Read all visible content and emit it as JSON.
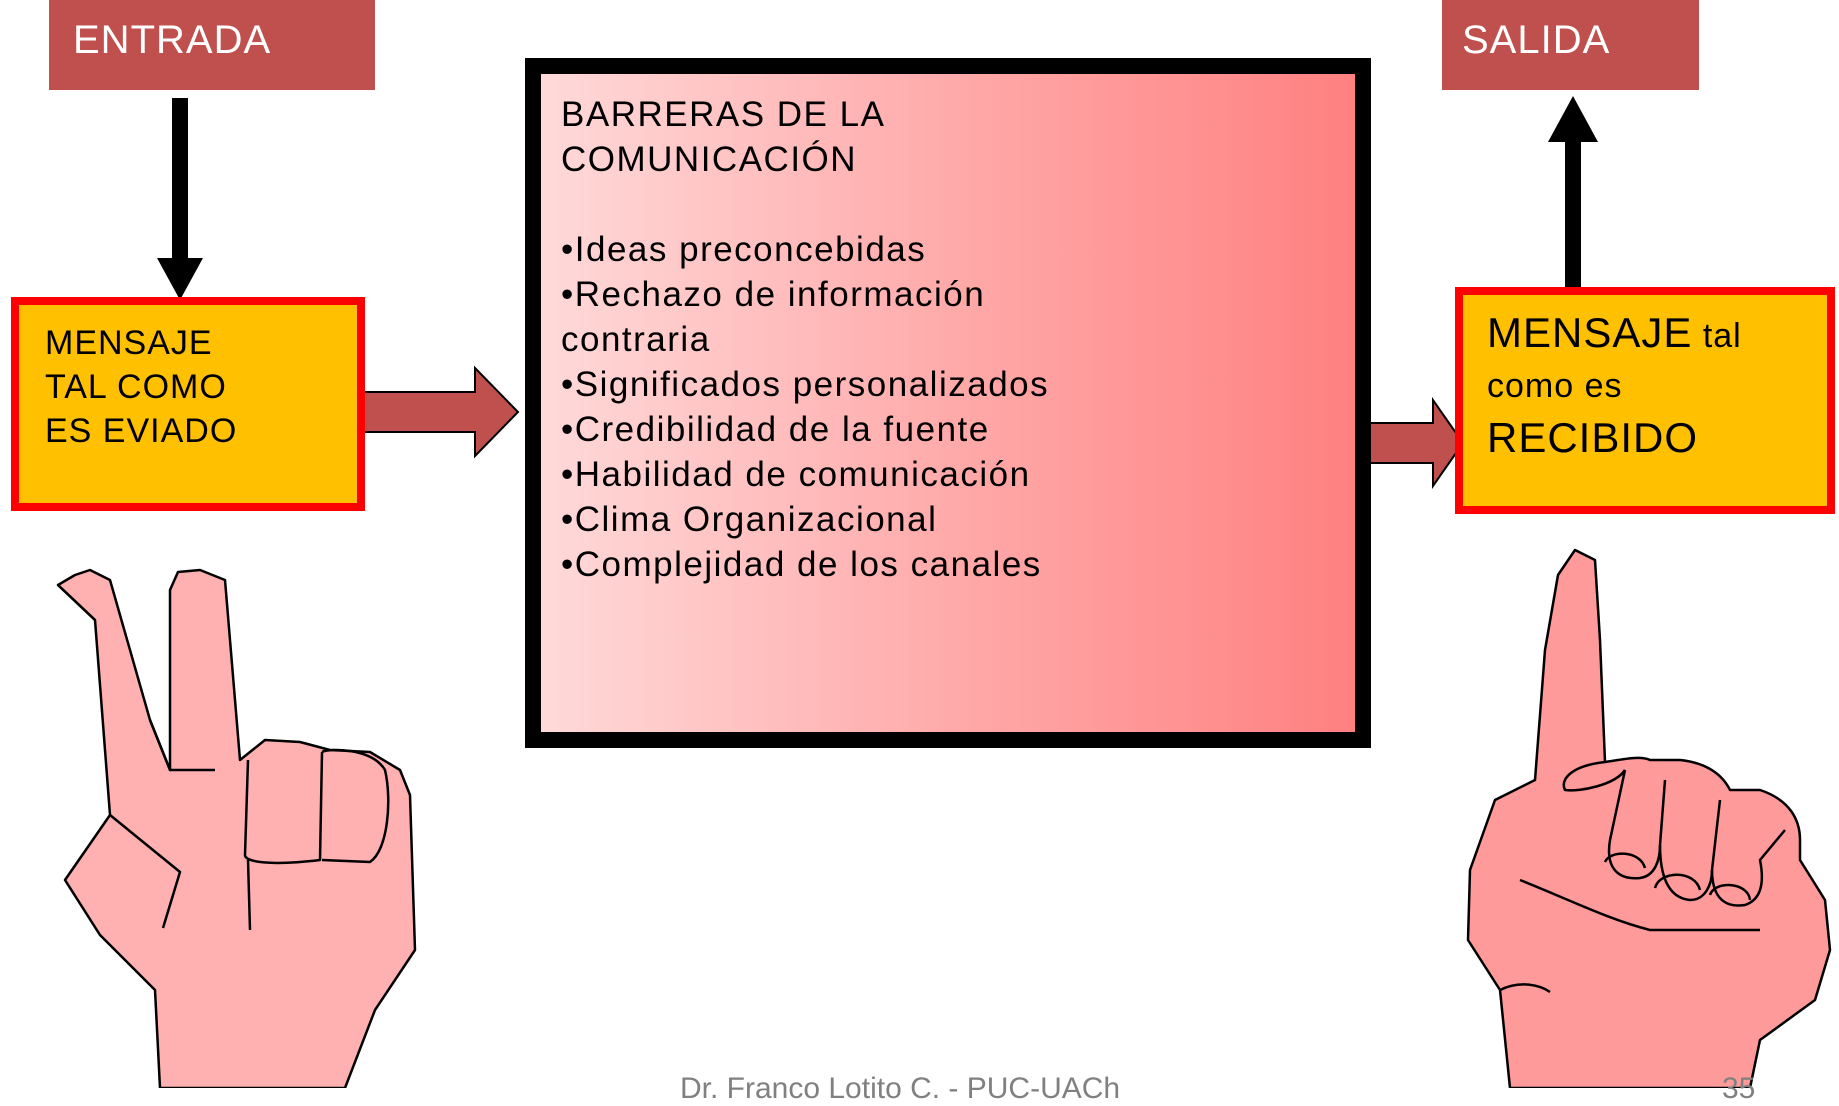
{
  "entrada": {
    "label": "ENTRADA"
  },
  "salida": {
    "label": "SALIDA"
  },
  "message_sent": {
    "lines": [
      "MENSAJE",
      "TAL COMO",
      "ES EVIADO"
    ]
  },
  "message_received": {
    "line1_big": "MENSAJE",
    "line1_small": " tal",
    "line2": "como es",
    "line3": "RECIBIDO"
  },
  "barriers": {
    "title_line1": "BARRERAS DE LA",
    "title_line2": "COMUNICACIÓN",
    "items": [
      "•Ideas preconcebidas",
      "•Rechazo de información",
      "contraria",
      "•Significados personalizados",
      "•Credibilidad de la fuente",
      "•Habilidad de comunicación",
      "•Clima Organizacional",
      "•Complejidad de los canales"
    ]
  },
  "footer": {
    "text": "Dr. Franco Lotito C. - PUC-UACh",
    "page": "35"
  },
  "colors": {
    "label_bg": "#c0504d",
    "message_bg": "#ffc000",
    "message_border": "#ff0000",
    "connector_arrow": "#c0504d",
    "hand_fill": "#ffb0b0"
  }
}
